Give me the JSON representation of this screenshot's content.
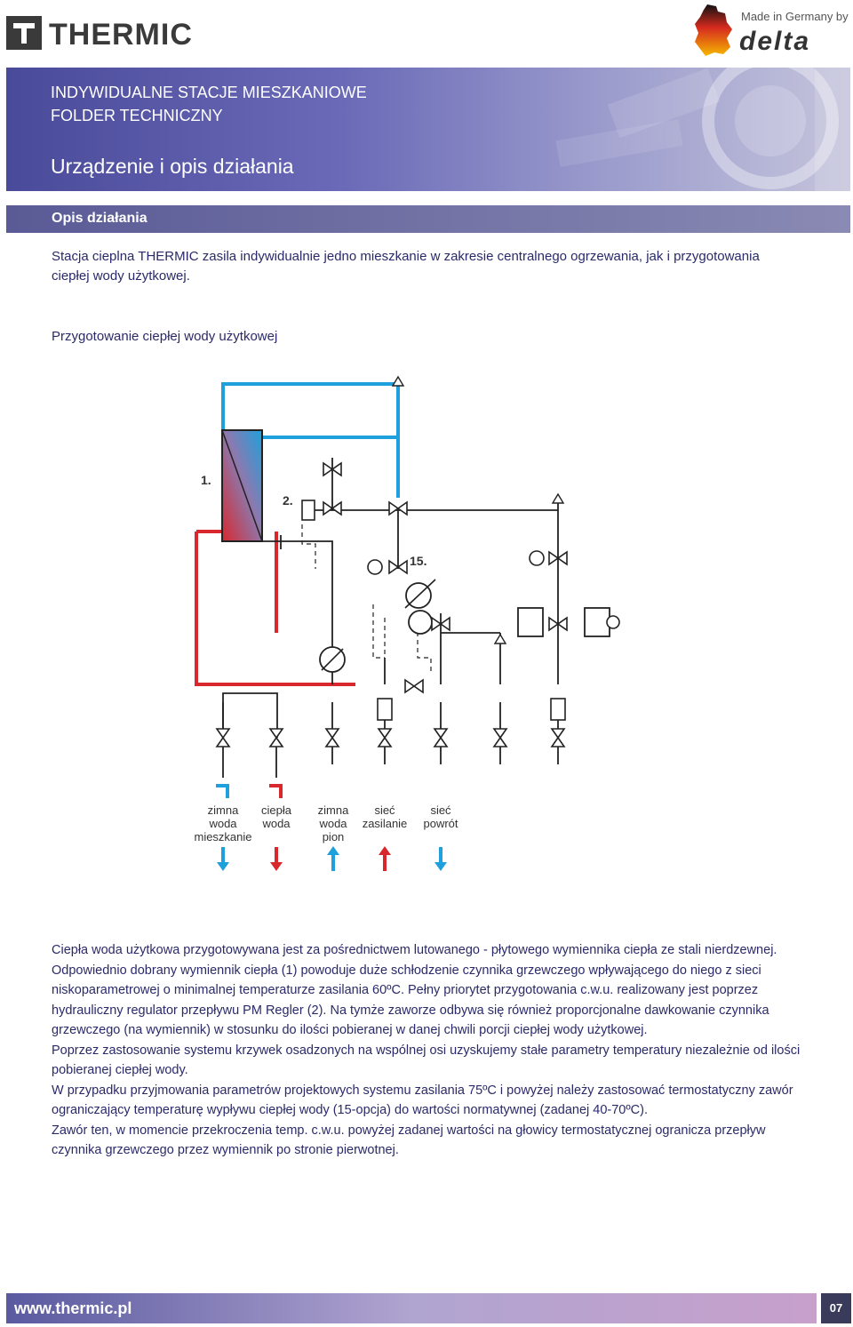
{
  "header": {
    "brand": "THERMIC",
    "made_in": "Made in Germany by",
    "delta": "delta"
  },
  "banner": {
    "line1": "INDYWIDUALNE STACJE MIESZKANIOWE",
    "line2": "FOLDER TECHNICZNY",
    "title": "Urządzenie i opis działania"
  },
  "section": {
    "title": "Opis działania",
    "intro": "Stacja cieplna THERMIC zasila indywidualnie jedno mieszkanie w zakresie centralnego ogrzewania, jak i przygotowania ciepłej wody użytkowej.",
    "subtitle": "Przygotowanie ciepłej wody użytkowej"
  },
  "diagram": {
    "label_1": "1.",
    "label_2": "2.",
    "label_15": "15.",
    "outlets": [
      {
        "l1": "zimna",
        "l2": "woda",
        "l3": "mieszkanie"
      },
      {
        "l1": "ciepła",
        "l2": "woda",
        "l3": ""
      },
      {
        "l1": "zimna",
        "l2": "woda",
        "l3": "pion"
      },
      {
        "l1": "sieć",
        "l2": "zasilanie",
        "l3": ""
      },
      {
        "l1": "sieć",
        "l2": "powrót",
        "l3": ""
      }
    ],
    "colors": {
      "cold": "#1ea0dc",
      "hot": "#d8282e",
      "line": "#222222"
    }
  },
  "body": [
    "Ciepła woda użytkowa przygotowywana jest za pośrednictwem lutowanego - płytowego wymiennika ciepła ze stali nierdzewnej.",
    "Odpowiednio dobrany wymiennik ciepła (1) powoduje duże schłodzenie czynnika grzewczego wpływającego do niego z sieci niskoparametrowej o minimalnej temperaturze zasilania 60ºC. Pełny priorytet przygotowania c.w.u. realizowany jest poprzez hydrauliczny regulator przepływu PM Regler (2). Na tymże zaworze odbywa się również proporcjonalne dawkowanie czynnika grzewczego (na wymiennik) w stosunku do ilości pobieranej w danej chwili porcji ciepłej wody użytkowej.",
    "Poprzez zastosowanie systemu krzywek osadzonych na wspólnej osi uzyskujemy stałe parametry temperatury niezależnie od ilości pobieranej ciepłej wody.",
    "W przypadku przyjmowania parametrów projektowych systemu zasilania 75ºC i powyżej należy zastosować termostatyczny zawór ograniczający temperaturę wypływu ciepłej wody (15-opcja) do wartości normatywnej (zadanej 40-70ºC).",
    "Zawór ten, w momencie przekroczenia temp. c.w.u. powyżej zadanej wartości na głowicy termostatycznej ogranicza przepływ czynnika grzewczego przez wymiennik po stronie pierwotnej."
  ],
  "footer": {
    "url": "www.thermic.pl",
    "page": "07"
  }
}
